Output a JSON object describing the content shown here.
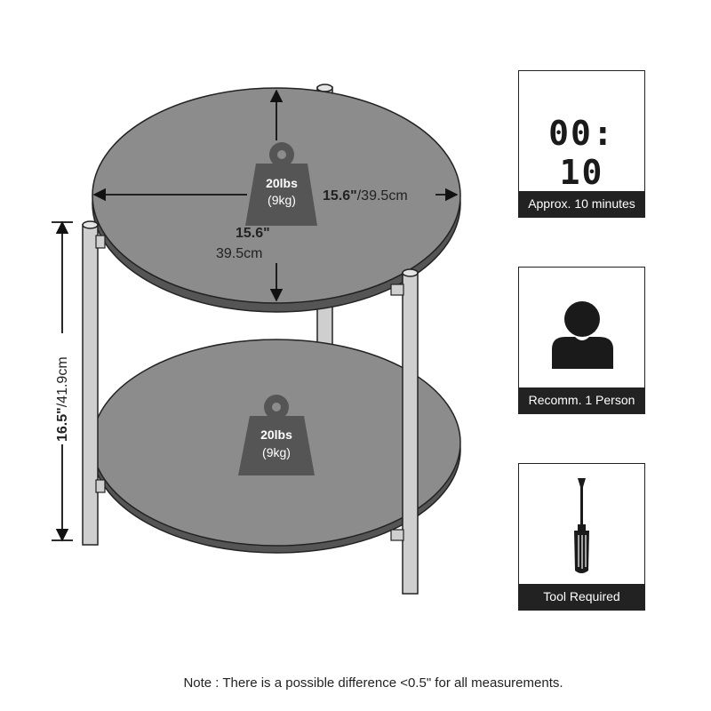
{
  "top_shelf": {
    "weight_lbs": "20lbs",
    "weight_kg": "(9kg)",
    "width_inches": "15.6\"",
    "width_cm": "/39.5cm",
    "depth_inches": "15.6\"",
    "depth_cm": "39.5cm"
  },
  "bottom_shelf": {
    "weight_lbs": "20lbs",
    "weight_kg": "(9kg)"
  },
  "height": {
    "inches": "16.5\"",
    "cm": "/41.9cm"
  },
  "cards": [
    {
      "icon": "timer-icon",
      "timer_text": "00: 10",
      "caption": "Approx. 10 minutes"
    },
    {
      "icon": "person-icon",
      "caption": "Recomm. 1 Person"
    },
    {
      "icon": "screwdriver-icon",
      "caption": "Tool Required"
    }
  ],
  "note": "Note : There is a possible difference <0.5\" for all measurements.",
  "colors": {
    "shelf_fill": "#8c8c8c",
    "shelf_edge": "#555555",
    "leg_fill": "#cfcfcf",
    "weight_fill": "#555555",
    "caption_bg": "#222222"
  }
}
